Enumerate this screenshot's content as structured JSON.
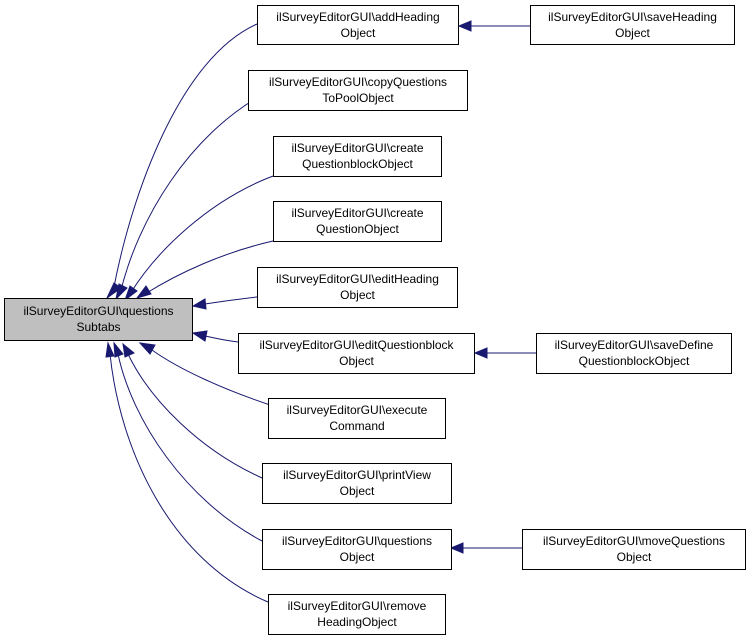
{
  "root": {
    "line1": "ilSurveyEditorGUI\\questions",
    "line2": "Subtabs"
  },
  "callers": [
    {
      "id": "addHeading",
      "line1": "ilSurveyEditorGUI\\addHeading",
      "line2": "Object"
    },
    {
      "id": "copyQuestions",
      "line1": "ilSurveyEditorGUI\\copyQuestions",
      "line2": "ToPoolObject"
    },
    {
      "id": "createQuestionblock",
      "line1": "ilSurveyEditorGUI\\create",
      "line2": "QuestionblockObject"
    },
    {
      "id": "createQuestion",
      "line1": "ilSurveyEditorGUI\\create",
      "line2": "QuestionObject"
    },
    {
      "id": "editHeading",
      "line1": "ilSurveyEditorGUI\\editHeading",
      "line2": "Object"
    },
    {
      "id": "editQuestionblock",
      "line1": "ilSurveyEditorGUI\\editQuestionblock",
      "line2": "Object"
    },
    {
      "id": "executeCommand",
      "line1": "ilSurveyEditorGUI\\execute",
      "line2": "Command"
    },
    {
      "id": "printView",
      "line1": "ilSurveyEditorGUI\\printView",
      "line2": "Object"
    },
    {
      "id": "questions",
      "line1": "ilSurveyEditorGUI\\questions",
      "line2": "Object"
    },
    {
      "id": "removeHeading",
      "line1": "ilSurveyEditorGUI\\remove",
      "line2": "HeadingObject"
    }
  ],
  "second_level": [
    {
      "id": "saveHeading",
      "line1": "ilSurveyEditorGUI\\saveHeading",
      "line2": "Object"
    },
    {
      "id": "saveDefine",
      "line1": "ilSurveyEditorGUI\\saveDefine",
      "line2": "QuestionblockObject"
    },
    {
      "id": "moveQuestions",
      "line1": "ilSurveyEditorGUI\\moveQuestions",
      "line2": "Object"
    }
  ],
  "colors": {
    "edge": "#191970",
    "root_fill": "#bfbfbf",
    "node_fill": "#ffffff",
    "node_border": "#000000"
  }
}
